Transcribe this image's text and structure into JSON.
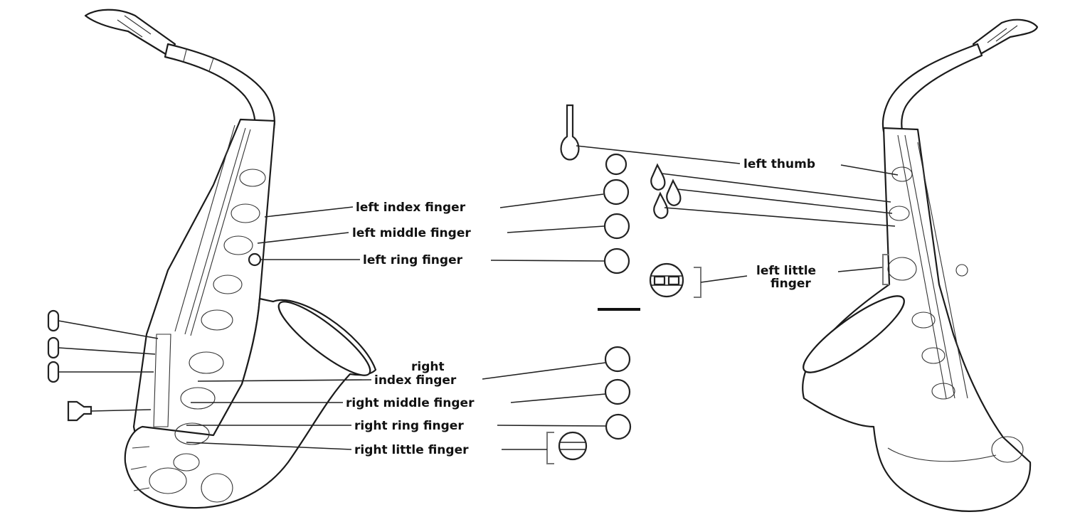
{
  "labels": {
    "left_thumb": "left thumb",
    "left_index": "left index finger",
    "left_middle": "left middle finger",
    "left_ring": "left ring finger",
    "left_little_1": "left little",
    "left_little_2": "finger",
    "right_index_1": "right",
    "right_index_2": "index finger",
    "right_middle": "right middle finger",
    "right_ring": "right ring finger",
    "right_little": "right little finger"
  },
  "icons": {
    "left_sax": "saxophone-front-view",
    "right_sax": "saxophone-back-view",
    "thumb_key": "thumb-key-icon",
    "finger_hole": "circle-key-icon",
    "palm_key": "teardrop-key-icon",
    "side_key": "rounded-side-key-icon",
    "little_finger_cluster": "little-finger-key-cluster-icon",
    "divider": "divider-line"
  },
  "colors": {
    "ink": "#111111",
    "bracket": "#777777",
    "background": "#ffffff"
  }
}
